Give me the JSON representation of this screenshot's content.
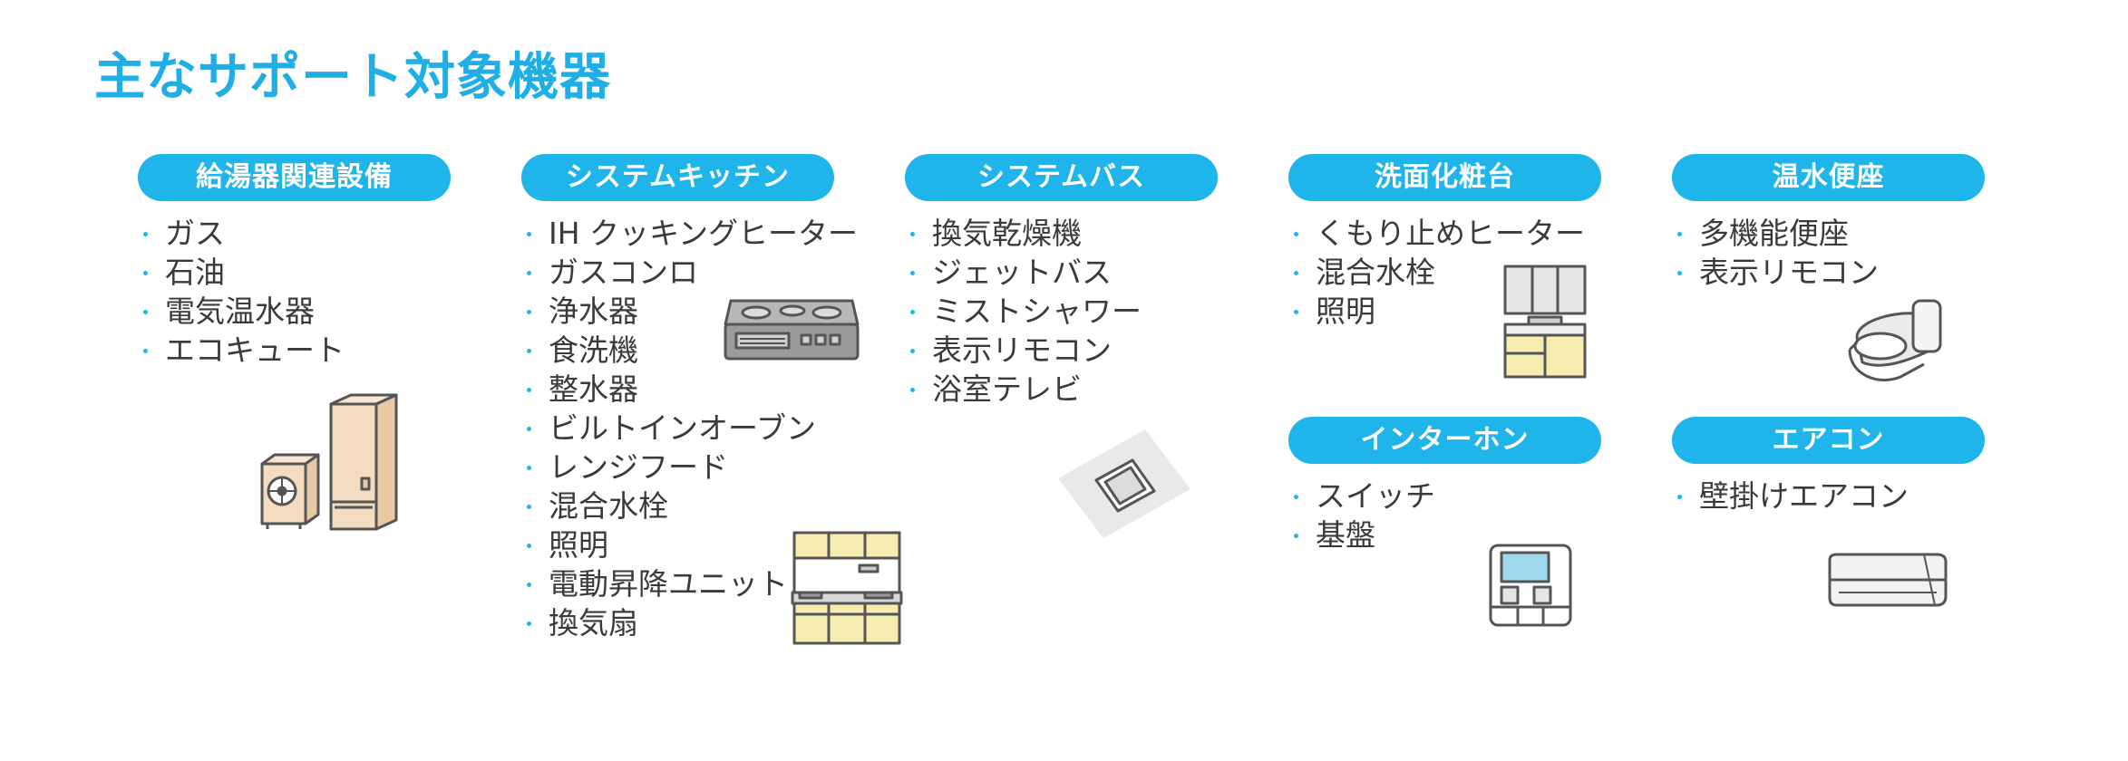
{
  "title": "主なサポート対象機器",
  "categories": {
    "water_heater": {
      "label": "給湯器関連設備",
      "items": [
        "ガス",
        "石油",
        "電気温水器",
        "エコキュート"
      ]
    },
    "kitchen": {
      "label": "システムキッチン",
      "items": [
        "IH クッキングヒーター",
        "ガスコンロ",
        "浄水器",
        "食洗機",
        "整水器",
        "ビルトインオーブン",
        "レンジフード",
        "混合水栓",
        "照明",
        "電動昇降ユニット",
        "換気扇"
      ]
    },
    "bath": {
      "label": "システムバス",
      "items": [
        "換気乾燥機",
        "ジェットバス",
        "ミストシャワー",
        "表示リモコン",
        "浴室テレビ"
      ]
    },
    "vanity": {
      "label": "洗面化粧台",
      "items": [
        "くもり止めヒーター",
        "混合水栓",
        "照明"
      ]
    },
    "toilet": {
      "label": "温水便座",
      "items": [
        "多機能便座",
        "表示リモコン"
      ]
    },
    "intercom": {
      "label": "インターホン",
      "items": [
        "スイッチ",
        "基盤"
      ]
    },
    "aircon": {
      "label": "エアコン",
      "items": [
        "壁掛けエアコン"
      ]
    }
  },
  "colors": {
    "accent": "#1fb5ea",
    "title": "#20aee6",
    "text": "#3a3a3a",
    "cabinet_yellow": "#f7ecb0",
    "tank_beige": "#f3dcc0"
  }
}
